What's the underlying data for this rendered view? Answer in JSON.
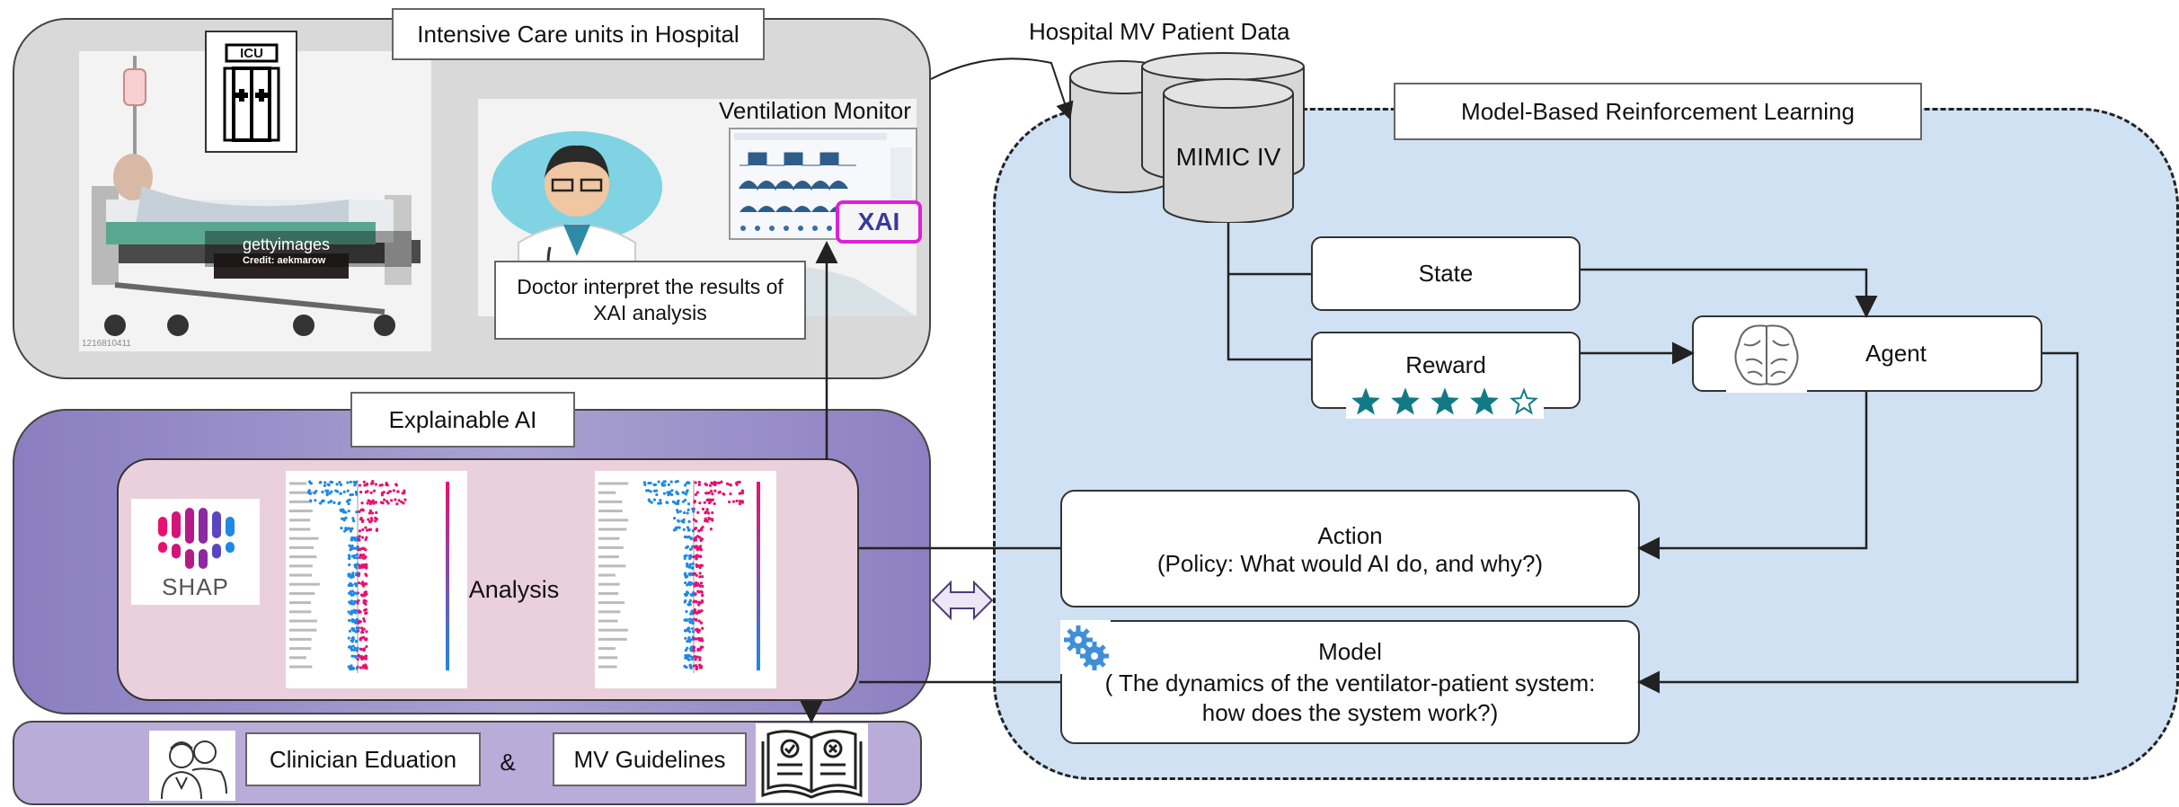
{
  "icu": {
    "title": "Intensive Care units in Hospital",
    "icu_sign": "ICU",
    "watermark": "gettyimages",
    "watermark_credit": "Credit: aekmarow",
    "photo_id": "1216810411",
    "monitor_label": "Ventilation Monitor",
    "xai_badge": "XAI",
    "doctor_caption": "Doctor interpret the results of XAI analysis"
  },
  "data_source": {
    "title": "Hospital MV Patient Data",
    "db_label": "MIMIC IV"
  },
  "xai": {
    "title": "Explainable AI",
    "shap_label": "SHAP",
    "analysis_label": "Analysis"
  },
  "education": {
    "clinician_label": "Clinician Eduation",
    "ampersand": "&",
    "guidelines_label": "MV Guidelines"
  },
  "rl": {
    "title": "Model-Based Reinforcement Learning",
    "state_label": "State",
    "reward_label": "Reward",
    "reward_stars": 4,
    "reward_max": 5,
    "agent_label": "Agent",
    "action_label": "Action",
    "action_desc": "(Policy: What would AI do, and why?)",
    "model_label": "Model",
    "model_desc": "( The dynamics of the ventilator-patient system: how does the system work?)"
  },
  "colors": {
    "xai_badge_border": "#e020d8",
    "xai_badge_text": "#3a3a9a",
    "star": "#127a87",
    "shap_pink": "#e8116f",
    "shap_blue": "#1e88e5"
  }
}
